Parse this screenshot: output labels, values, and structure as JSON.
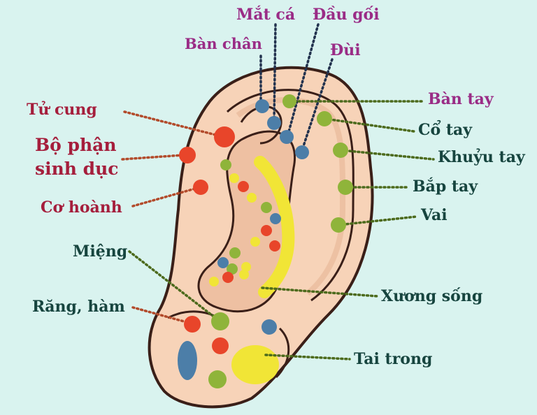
{
  "colors": {
    "background": "#d9f3ef",
    "skin": "#f7d3b8",
    "skin_shadow": "#e8b99a",
    "outline": "#3a1f18",
    "label_purple": "#9a2c86",
    "label_red": "#a51e3c",
    "label_dark": "#17453f",
    "leader_red": "#b24a2a",
    "leader_green": "#4c6a1c",
    "leader_blue": "#22324e",
    "dot_blue": "#4c7ea8",
    "dot_green": "#8fb43a",
    "dot_red": "#e8452a",
    "dot_yellow": "#f1e536"
  },
  "labels": {
    "mat_ca": "Mắt cá",
    "dau_goi": "Đầu gối",
    "ban_chan": "Bàn chân",
    "dui": "Đùi",
    "ban_tay": "Bàn tay",
    "co_tay": "Cổ tay",
    "khuyu_tay": "Khuỷu tay",
    "bap_tay": "Bắp tay",
    "vai": "Vai",
    "tu_cung": "Tử cung",
    "bo_phan_1": "Bộ phận",
    "bo_phan_2": "sinh dục",
    "co_hoanh": "Cơ hoành",
    "mieng": "Miệng",
    "rang_ham": "Răng, hàm",
    "xuong_song": "Xương sống",
    "tai_trong": "Tai trong"
  }
}
